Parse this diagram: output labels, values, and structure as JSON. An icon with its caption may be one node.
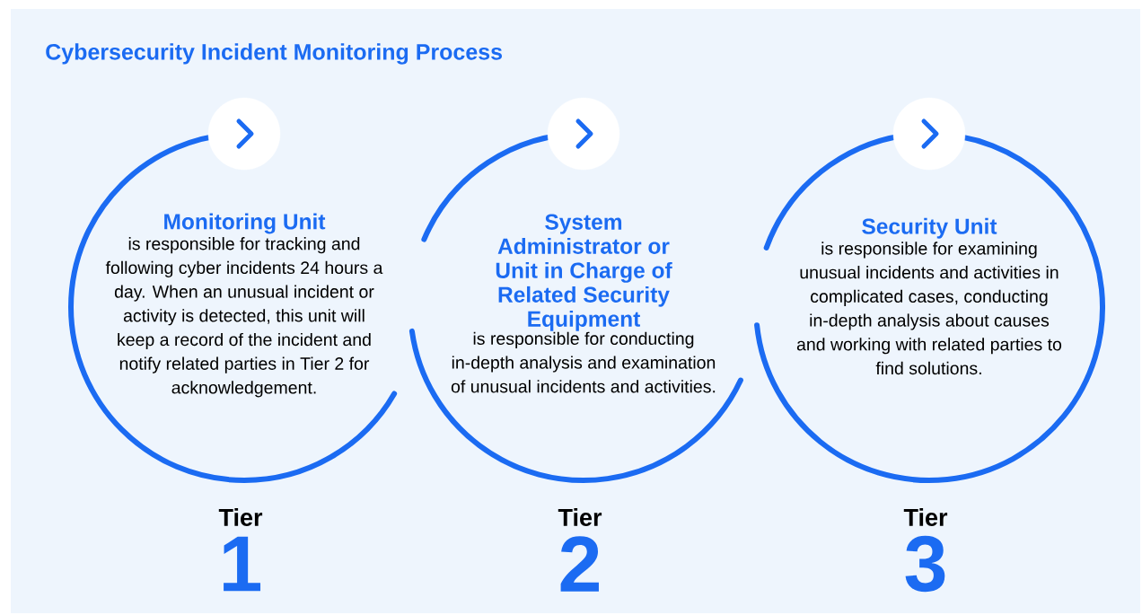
{
  "diagram": {
    "title": "Cybersecurity Incident Monitoring Process",
    "nodes": [
      {
        "text": [
          "Monitoring Unit",
          "is responsible for tracking and following cyber incidents 24 hours a day. When an unusual incident or activity is detected, this unit will keep a record of the incident and notify related parties in Tier 2 for acknowledgement."
        ],
        "beside": [
          "Tier",
          "1"
        ]
      },
      {
        "text": [
          "System Administrator or Unit in Charge of Related Security Equipment",
          "is responsible for conducting in-depth analysis and examination of unusual incidents and activities."
        ],
        "beside": [
          "Tier",
          "2"
        ]
      },
      {
        "text": [
          "Security Unit",
          "is responsible for examining unusual incidents and activities in complicated cases, conducting in-depth analysis about causes and working with related parties to find solutions."
        ],
        "beside": [
          "Tier",
          "3"
        ]
      }
    ]
  }
}
